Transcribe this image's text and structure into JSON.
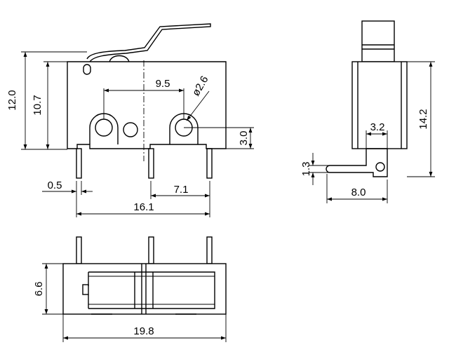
{
  "dimensions": {
    "height_total": "12.0",
    "height_body": "10.7",
    "hole_pitch": "9.5",
    "hole_diameter": "ø2.6",
    "hole_offset": "3.0",
    "pin_width": "0.5",
    "pin_span": "7.1",
    "pin_total": "16.1",
    "side_height": "14.2",
    "side_tab_width": "3.2",
    "side_tab_thickness": "1.3",
    "side_depth": "8.0",
    "bottom_width": "6.6",
    "bottom_length": "19.8"
  }
}
